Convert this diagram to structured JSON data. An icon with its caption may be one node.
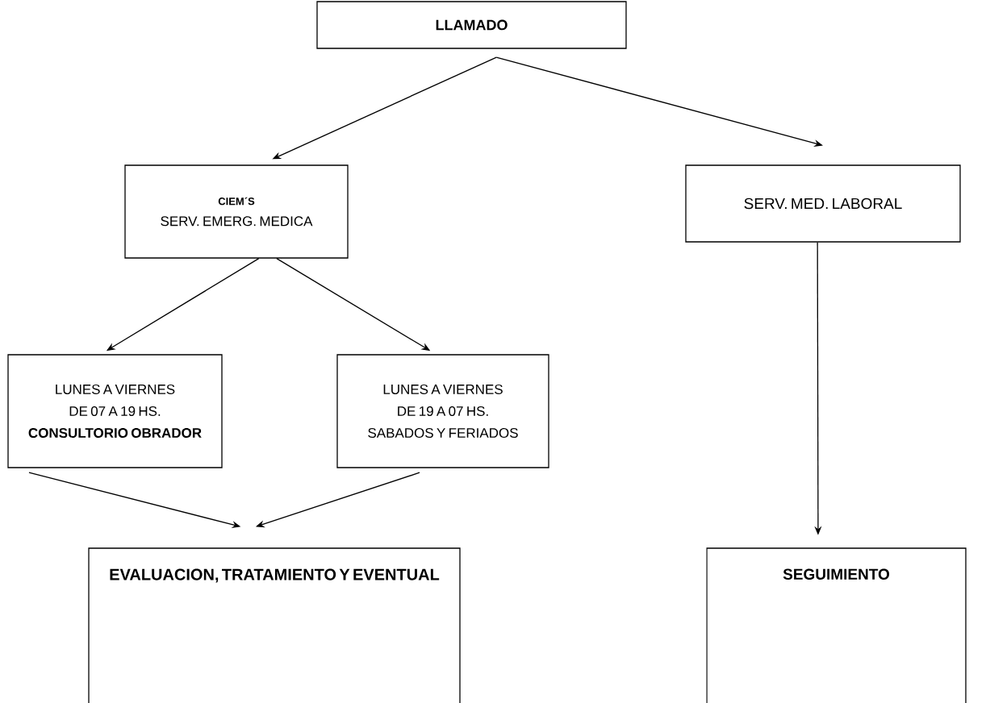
{
  "diagram": {
    "nodes": [
      {
        "text": [
          "LLAMADO"
        ]
      },
      {
        "text": [
          "CIEM´S",
          "SERV. EMERG. MEDICA"
        ]
      },
      {
        "text": [
          "SERV. MED. LABORAL"
        ]
      },
      {
        "text": [
          "LUNES A VIERNES",
          "DE 07 A 19 HS.",
          "CONSULTORIO OBRADOR"
        ]
      },
      {
        "text": [
          "LUNES A VIERNES",
          "DE 19 A 07 HS.",
          "SABADOS Y FERIADOS"
        ]
      },
      {
        "text": [
          "EVALUACION, TRATAMIENTO Y EVENTUAL"
        ]
      },
      {
        "text": [
          "SEGUIMIENTO"
        ]
      }
    ],
    "edges": [
      {
        "from": 0,
        "to": 1,
        "arrow": "to"
      },
      {
        "from": 0,
        "to": 2,
        "arrow": "to"
      },
      {
        "from": 1,
        "to": 3,
        "arrow": "to"
      },
      {
        "from": 1,
        "to": 4,
        "arrow": "to"
      },
      {
        "from": 3,
        "to": 5,
        "arrow": "to"
      },
      {
        "from": 4,
        "to": 5,
        "arrow": "to"
      },
      {
        "from": 2,
        "to": 6,
        "arrow": "to"
      }
    ]
  }
}
